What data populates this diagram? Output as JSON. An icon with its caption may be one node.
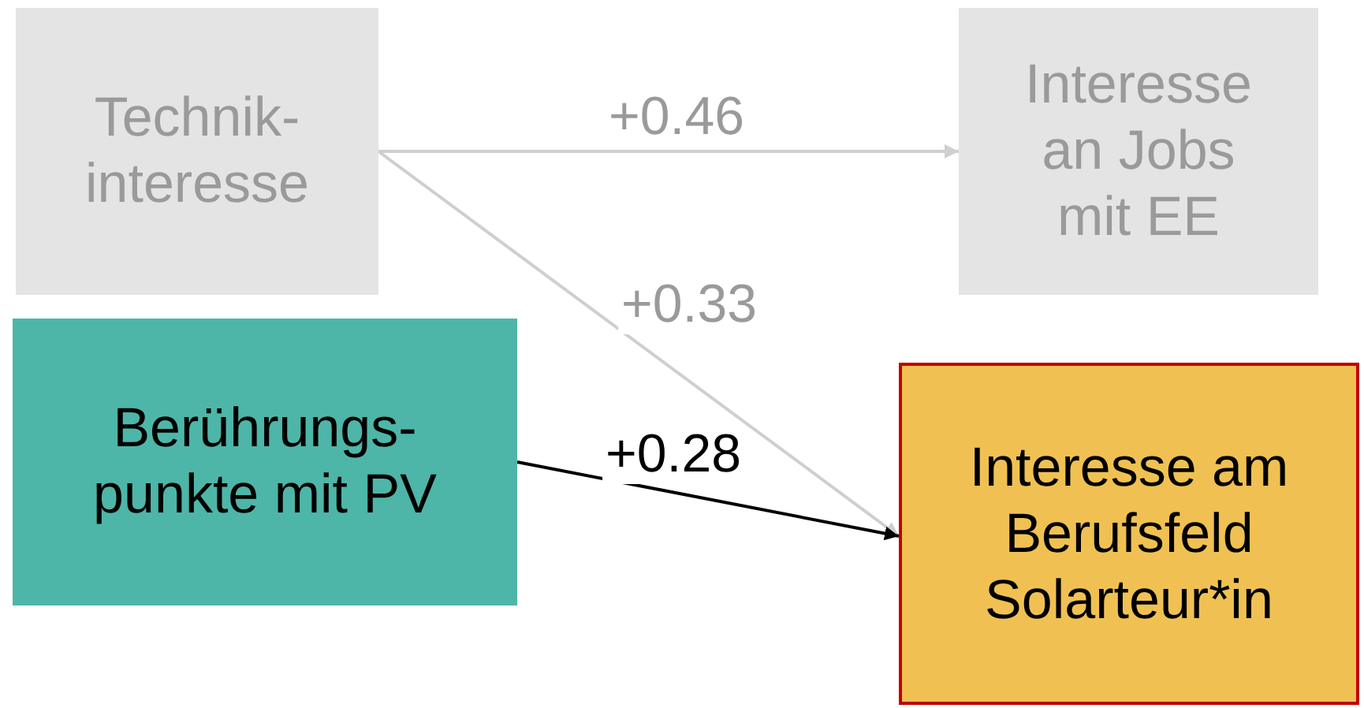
{
  "diagram": {
    "nodes": [
      {
        "text": [
          "Technik- interesse"
        ]
      },
      {
        "text": [
          "Interesse an Jobs mit EE"
        ]
      },
      {
        "text": [
          "Berührungs- punkte mit PV"
        ]
      },
      {
        "text": [
          "Interesse am Berufsfeld Solarteur*in"
        ]
      }
    ],
    "edges": [
      {
        "from": 0,
        "to": 1,
        "arrow": "to",
        "label": "+0.46"
      },
      {
        "from": 0,
        "to": 3,
        "arrow": "to",
        "label": "+0.33"
      },
      {
        "from": 2,
        "to": 3,
        "arrow": "to",
        "label": "+0.28",
        "color": "#000000"
      }
    ]
  }
}
